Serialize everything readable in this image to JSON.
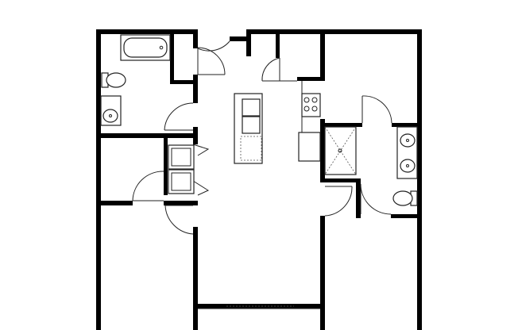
{
  "floor_plan": {
    "colors": {
      "background": "#ffffff",
      "wall": "#000000",
      "line": "#222222"
    },
    "rooms": [
      "bathroom-1",
      "bathroom-2",
      "bedroom-1",
      "bedroom-2",
      "kitchen",
      "living-room",
      "closet",
      "laundry"
    ],
    "fixtures": [
      "bathtub-icon",
      "toilet-icon",
      "sink-icon",
      "shower-icon",
      "stove-icon",
      "kitchen-island-icon",
      "washer-icon",
      "dryer-icon",
      "door-swing-icon",
      "sliding-door-icon"
    ]
  }
}
